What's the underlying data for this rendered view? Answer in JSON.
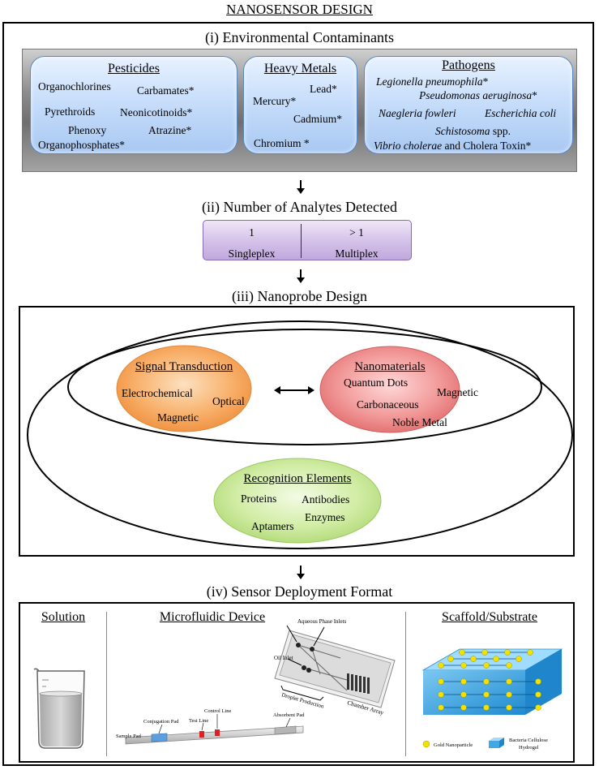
{
  "title": "NANOSENSOR DESIGN",
  "section1": {
    "title": "(i) Environmental Contaminants",
    "pesticides": {
      "heading": "Pesticides",
      "items": [
        "Organochlorines",
        "Carbamates*",
        "Pyrethroids",
        "Neonicotinoids*",
        "Phenoxy",
        "Atrazine*",
        "Organophosphates*"
      ]
    },
    "heavy_metals": {
      "heading": "Heavy Metals",
      "items": [
        "Lead*",
        "Mercury*",
        "Cadmium*",
        "Chromium *"
      ]
    },
    "pathogens": {
      "heading": "Pathogens",
      "items": [
        "Legionella pneumophila",
        "*",
        "Pseudomonas aeruginosa",
        "*",
        "Naegleria fowleri",
        "Escherichia coli",
        "Schistosoma",
        " spp.",
        "Vibrio cholerae",
        " and Cholera Toxin*"
      ]
    }
  },
  "section2": {
    "title": "(ii) Number of Analytes Detected",
    "left_value": "1",
    "left_label": "Singleplex",
    "right_value": "> 1",
    "right_label": "Multiplex"
  },
  "section3": {
    "title": "(iii) Nanoprobe Design",
    "signal": {
      "heading": "Signal Transduction",
      "items": [
        "Electrochemical",
        "Optical",
        "Magnetic"
      ]
    },
    "nanomaterials": {
      "heading": "Nanomaterials",
      "items": [
        "Quantum Dots",
        "Magnetic",
        "Carbonaceous",
        "Noble Metal"
      ]
    },
    "recognition": {
      "heading": "Recognition Elements",
      "items": [
        "Proteins",
        "Antibodies",
        "Enzymes",
        "Aptamers"
      ]
    }
  },
  "section4": {
    "title": "(iv) Sensor Deployment Format",
    "solution_heading": "Solution",
    "microfluidic_heading": "Microfluidic Device",
    "scaffold_heading": "Scaffold/Substrate",
    "chip_labels": [
      "Aqueous Phase Inlets",
      "Oil Inlet",
      "Chamber Array",
      "Droplet Production"
    ],
    "strip_labels": [
      "Sample Pad",
      "Conjugation Pad",
      "Test Line",
      "Control Line",
      "Absorbent Pad"
    ],
    "legend": [
      "Gold Nanoparticle",
      "Bacteria Cellulose",
      "Hydrogel"
    ]
  },
  "colors": {
    "pesticide_box": "#c8defb",
    "analytes_box": "#d3c0e8",
    "signal_ellipse": "#f5a55a",
    "nanomaterials_ellipse": "#f08080",
    "recognition_ellipse": "#bfe38a",
    "gold_nanoparticle": "#f2e200",
    "hydrogel": "#3fa9e6",
    "strip_red": "#e02020",
    "strip_blue": "#5aa0e0"
  }
}
